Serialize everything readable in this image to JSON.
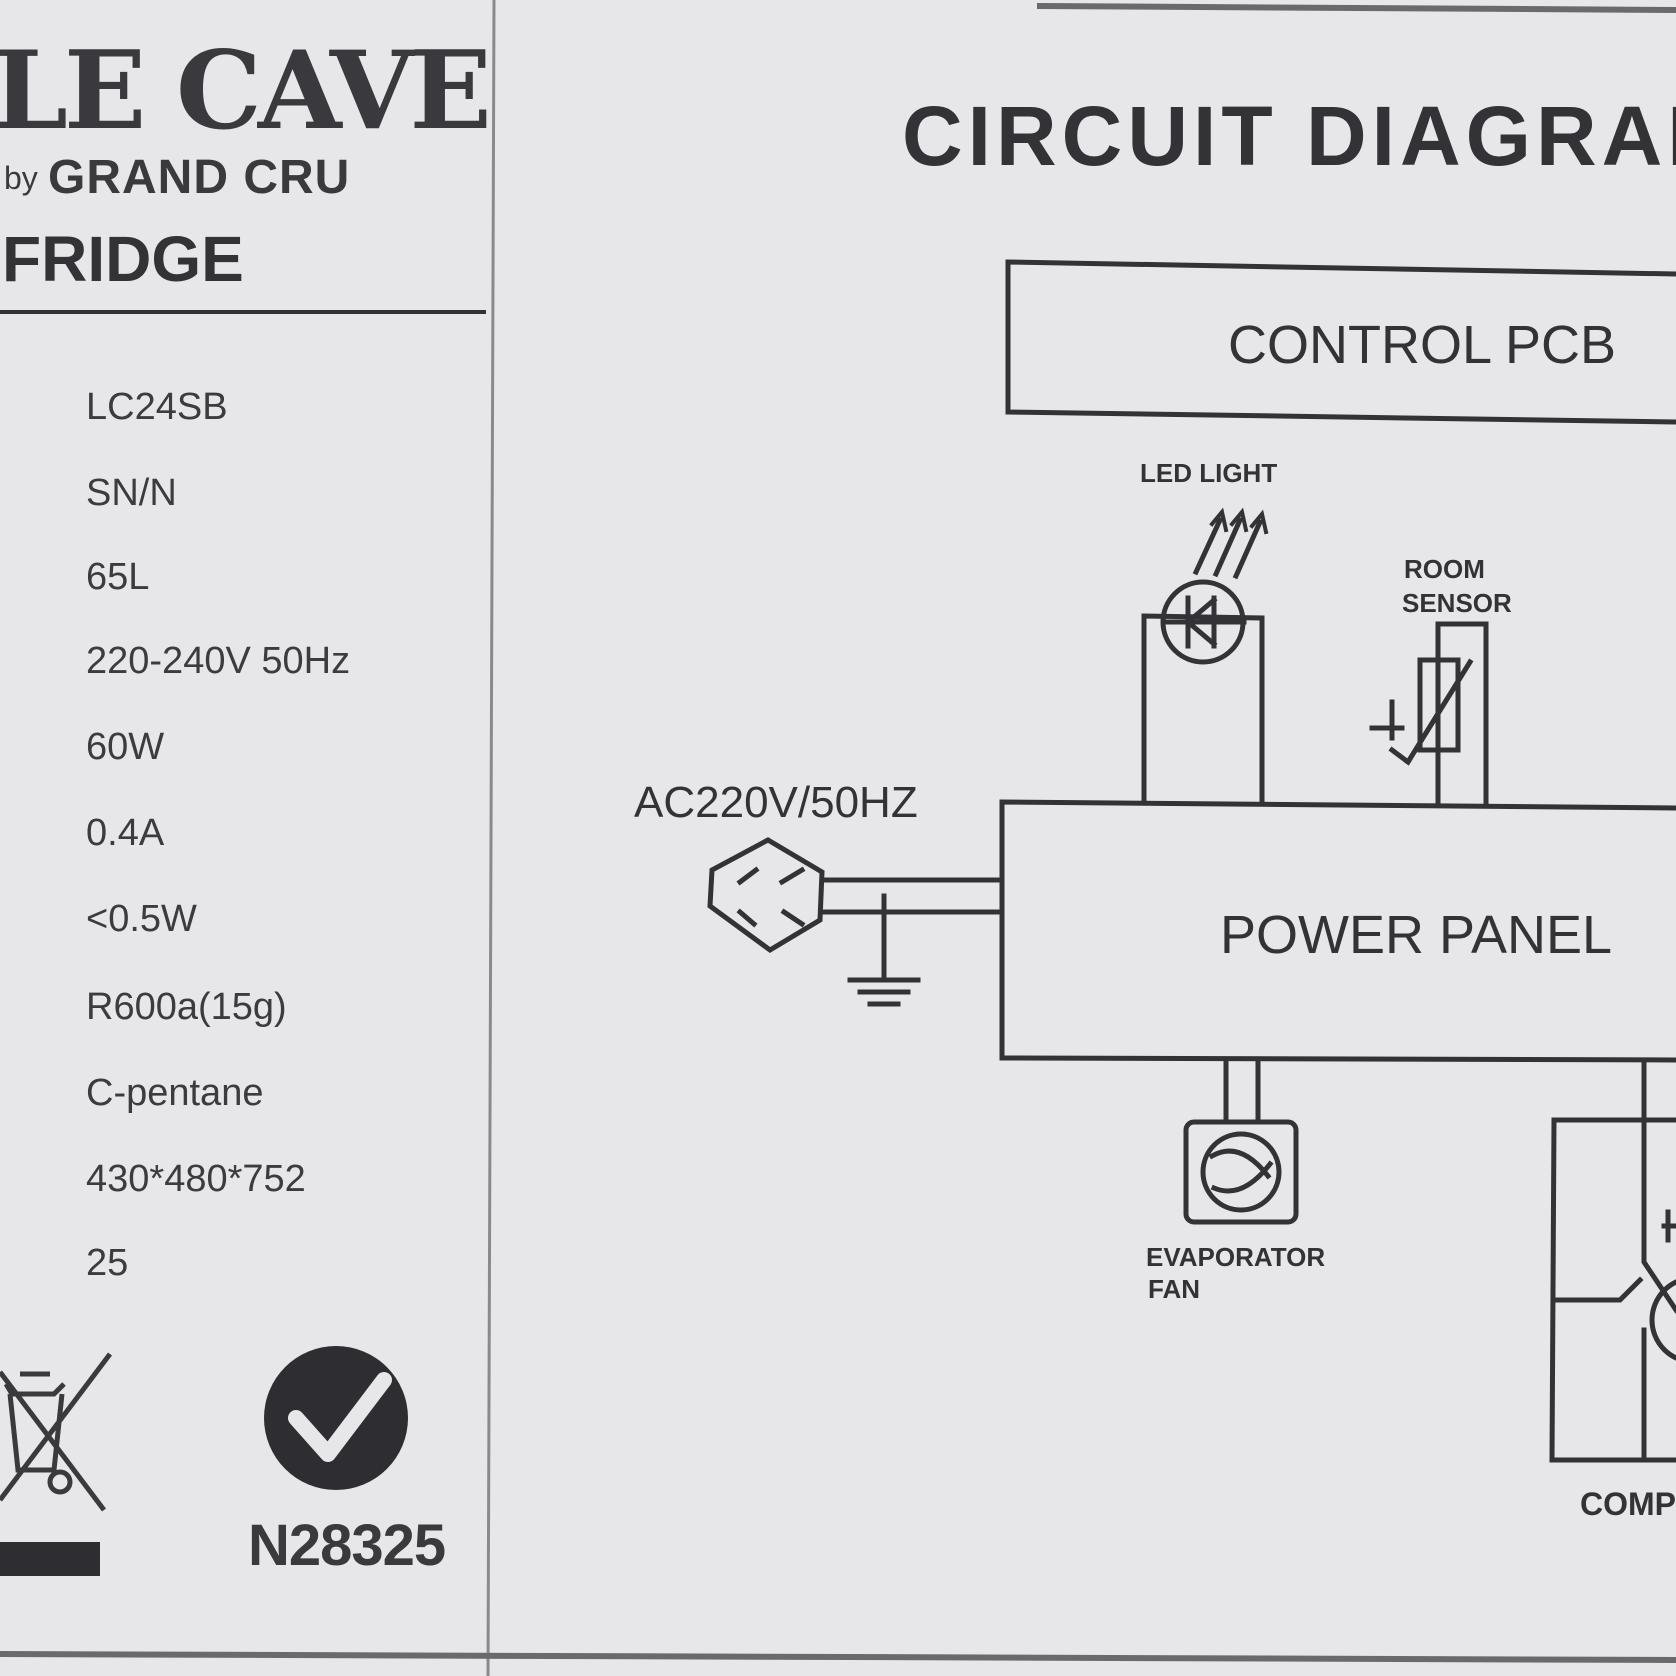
{
  "brand": {
    "name": "LE CAVE",
    "by": "by",
    "sub_brand": "GRAND CRU",
    "product_type": "FRIDGE"
  },
  "specs": [
    "LC24SB",
    "SN/N",
    "65L",
    "220-240V  50Hz",
    "60W",
    "0.4A",
    "<0.5W",
    "R600a(15g)",
    "C-pentane",
    "430*480*752",
    "25"
  ],
  "certification": {
    "number": "N28325",
    "icons": [
      "weee-crossed-bin-icon",
      "rcm-checkmark-icon"
    ]
  },
  "diagram": {
    "title": "CIRCUIT DIAGRAM",
    "control_pcb": "CONTROL PCB",
    "power_panel": "POWER PANEL",
    "supply": "AC220V/50HZ",
    "led_light": "LED LIGHT",
    "room_sensor_line1": "ROOM",
    "room_sensor_line2": "SENSOR",
    "evaporator_fan_line1": "EVAPORATOR",
    "evaporator_fan_line2": "FAN",
    "compressor_partial": "COMP"
  },
  "colors": {
    "paper": "#e7e7e9",
    "ink": "#333337"
  }
}
